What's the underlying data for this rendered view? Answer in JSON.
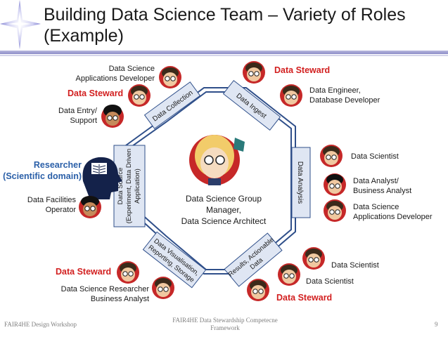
{
  "title": {
    "line1": "Building Data Science Team – Variety of Roles",
    "line2": "(Example)"
  },
  "cycle": {
    "data_collection": "Data Collection",
    "data_ingest": "Data Ingest",
    "data_analysis": "Data Analysis",
    "results": [
      "Results, Actionable",
      "Data"
    ],
    "visualisation": [
      "Data Visualisation,",
      "Reporting, Storage"
    ],
    "data_source": [
      "Data Source",
      "(Experiment, Data Driven",
      "Application)"
    ]
  },
  "center": {
    "line1": "Data Science Group",
    "line2": "Manager,",
    "line3": "Data Science Architect"
  },
  "roles": {
    "ds_app_dev_left_1": "Data Science",
    "ds_app_dev_left_2": "Applications Developer",
    "data_steward_top": "Data Steward",
    "data_steward_left": "Data Steward",
    "data_entry_1": "Data Entry/",
    "data_entry_2": "Support",
    "data_engineer_1": "Data Engineer,",
    "data_engineer_2": "Database Developer",
    "researcher_1": "Researcher",
    "researcher_2": "(Scientific domain)",
    "facilities_1": "Data Facilities",
    "facilities_2": "Operator",
    "data_scientist_1": "Data Scientist",
    "analyst_1": "Data Analyst/",
    "analyst_2": "Business Analyst",
    "ds_app_dev_right_1": "Data Science",
    "ds_app_dev_right_2": "Applications Developer",
    "data_scientist_2": "Data Scientist",
    "data_scientist_3": "Data Scientist",
    "data_steward_bottom_right": "Data Steward",
    "data_steward_bottom_left": "Data Steward",
    "researcher_ba_1": "Data Science Researcher",
    "researcher_ba_2": "Business Analyst"
  },
  "footer": {
    "left": "FAIR4HE Design Workshop",
    "middle_1": "FAIR4HE Data Stewardship Competecne",
    "middle_2": "Framework",
    "page": "9"
  },
  "colors": {
    "accent_red": "#d21f1f",
    "researcher_blue": "#2a5fa8",
    "box_fill": "#dfe6f3",
    "ring": "#2f4f8a"
  }
}
